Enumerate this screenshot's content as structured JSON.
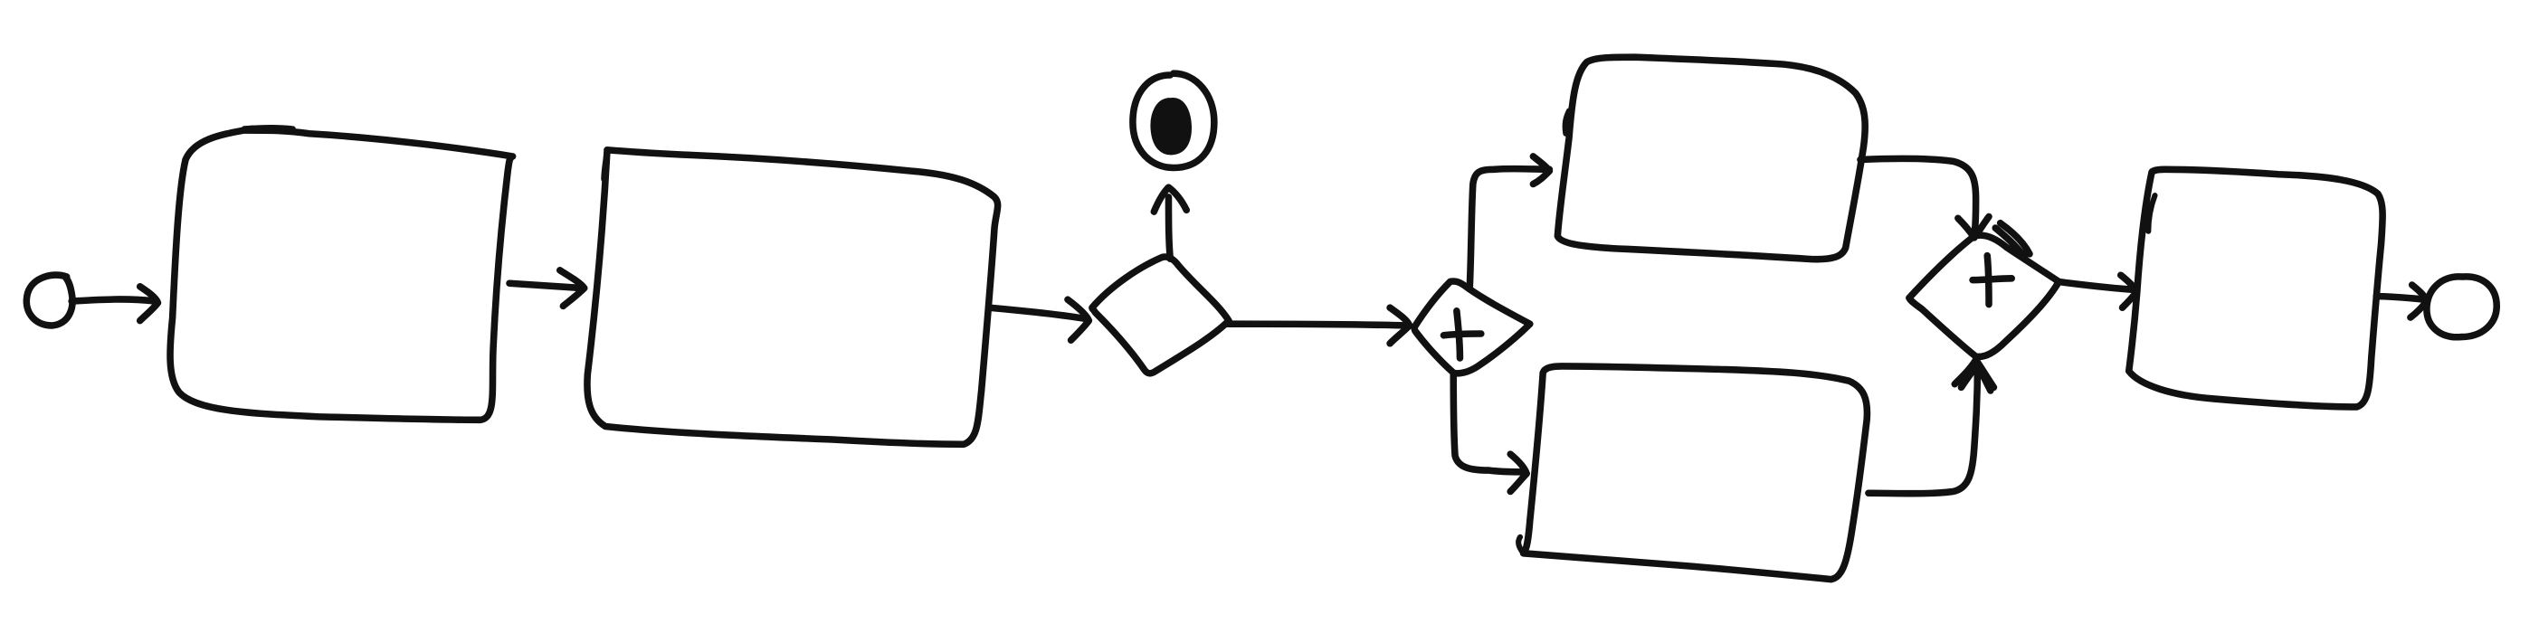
{
  "diagram": {
    "style": "hand-drawn sketch",
    "ink_color": "#111111",
    "background_color": "#ffffff",
    "nodes": [
      {
        "id": "start",
        "kind": "start-event"
      },
      {
        "id": "task1",
        "kind": "task"
      },
      {
        "id": "task2",
        "kind": "task"
      },
      {
        "id": "xor1",
        "kind": "exclusive-gateway"
      },
      {
        "id": "end-top",
        "kind": "end-event"
      },
      {
        "id": "and-split",
        "kind": "parallel-gateway"
      },
      {
        "id": "task3",
        "kind": "task"
      },
      {
        "id": "task4",
        "kind": "task"
      },
      {
        "id": "and-join",
        "kind": "parallel-gateway"
      },
      {
        "id": "task5",
        "kind": "task"
      },
      {
        "id": "end",
        "kind": "end-event"
      }
    ],
    "edges": [
      {
        "from": "start",
        "to": "task1"
      },
      {
        "from": "task1",
        "to": "task2"
      },
      {
        "from": "task2",
        "to": "xor1"
      },
      {
        "from": "xor1",
        "to": "end-top"
      },
      {
        "from": "xor1",
        "to": "and-split"
      },
      {
        "from": "and-split",
        "to": "task3"
      },
      {
        "from": "and-split",
        "to": "task4"
      },
      {
        "from": "task3",
        "to": "and-join"
      },
      {
        "from": "task4",
        "to": "and-join"
      },
      {
        "from": "and-join",
        "to": "task5"
      },
      {
        "from": "task5",
        "to": "end"
      }
    ]
  }
}
